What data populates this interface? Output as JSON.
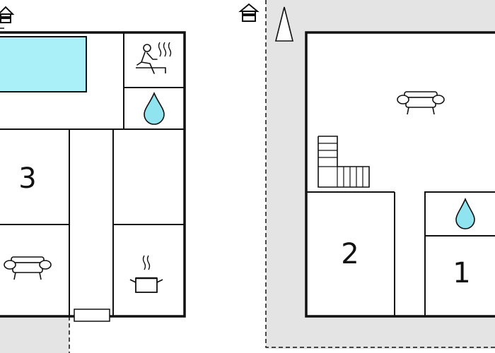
{
  "colors": {
    "wall": "#111111",
    "plot": "#e4e4e4",
    "pool": "#aaf0f8",
    "water_drop": "#8fe4f0",
    "background": "#ffffff"
  },
  "left_floor": {
    "rooms": {
      "room_3": {
        "number": "3"
      }
    },
    "icons": [
      "house-icon",
      "pool",
      "sauna-icon",
      "water-drop-icon",
      "sofa-icon",
      "cooking-pot-icon",
      "doorway"
    ]
  },
  "right_floor": {
    "rooms": {
      "room_2": {
        "number": "2"
      },
      "room_1": {
        "number": "1"
      }
    },
    "icons": [
      "house-icon",
      "north-arrow-icon",
      "sofa-icon",
      "staircase-icon",
      "water-drop-icon"
    ]
  }
}
